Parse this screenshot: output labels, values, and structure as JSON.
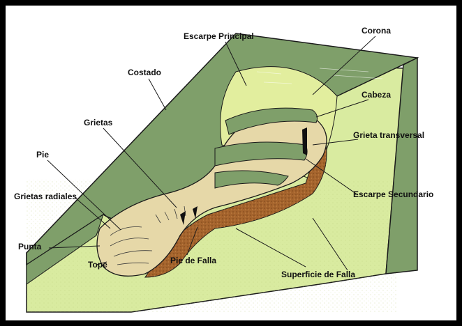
{
  "labels": {
    "escarpe_principal": "Escarpe Principal",
    "corona": "Corona",
    "costado": "Costado",
    "cabeza": "Cabeza",
    "grietas": "Grietas",
    "grieta_transversal": "Grieta transversal",
    "pie": "Pie",
    "escarpe_secundario": "Escarpe Secundario",
    "grietas_radiales": "Grietas radiales",
    "punta": "Punta",
    "tope": "Tope",
    "pie_de_falla": "Pie de Falla",
    "superficie_de_falla": "Superficie de Falla"
  },
  "colors": {
    "terrain_top": "#7f9f6a",
    "terrain_side": "#d9eba0",
    "slide_tan": "#e6d8a8",
    "slide_green": "#7f9f6a",
    "failure_surface": "#a5642d",
    "outline": "#1a1a1a"
  }
}
